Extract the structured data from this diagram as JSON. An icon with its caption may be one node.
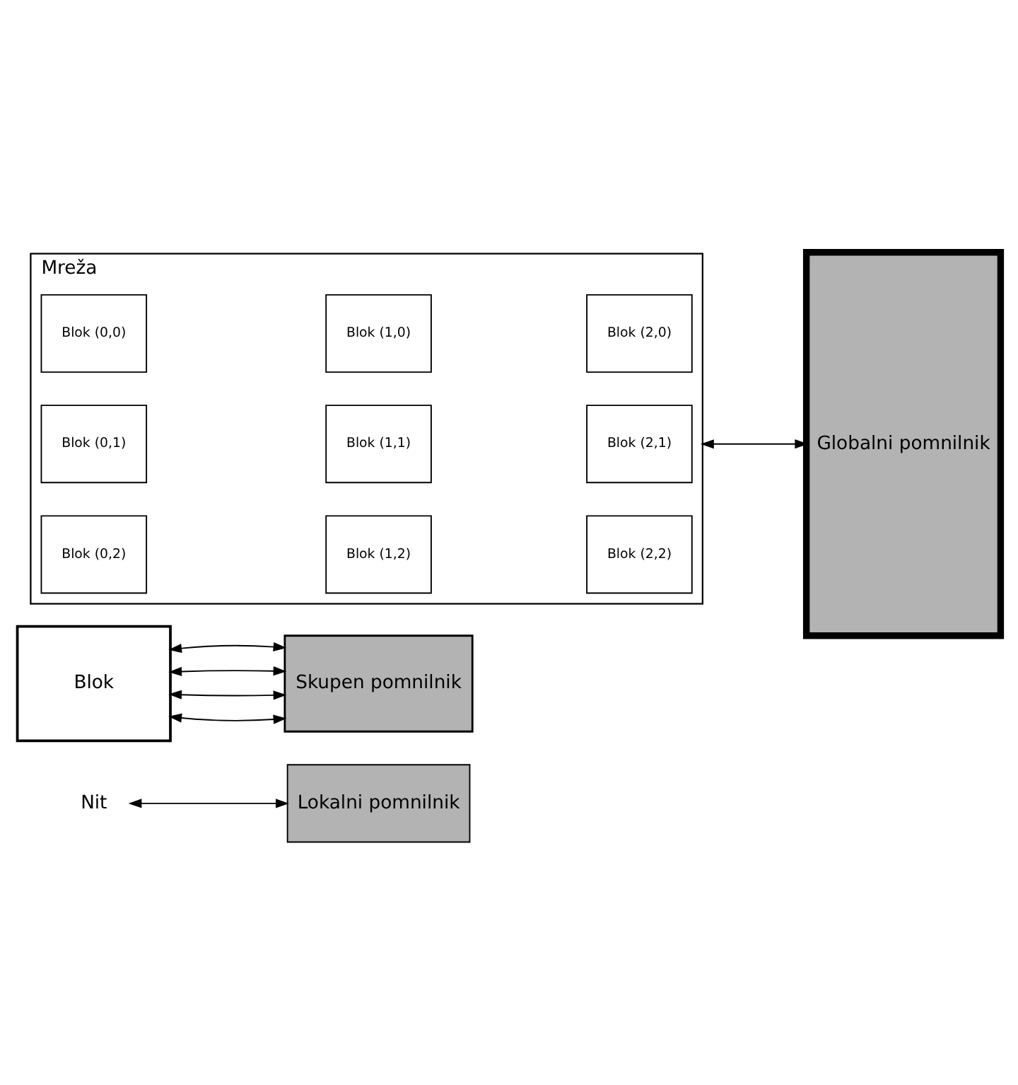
{
  "diagram": {
    "nodes": [
      {
        "text": [
          "Nit"
        ]
      },
      {
        "text": [
          "Lokalni pomnilnik"
        ]
      },
      {
        "text": [
          "Blok"
        ]
      },
      {
        "text": [
          "Skupen pomnilnik"
        ]
      },
      {
        "text": [
          "Mreža"
        ]
      },
      {
        "text": [
          "Blok (0,0)"
        ],
        "in": 4
      },
      {
        "text": [
          "Blok (1,0)"
        ],
        "in": 4
      },
      {
        "text": [
          "Blok (2,0)"
        ],
        "in": 4
      },
      {
        "text": [
          "Blok (0,1)"
        ],
        "in": 4
      },
      {
        "text": [
          "Blok (1,1)"
        ],
        "in": 4
      },
      {
        "text": [
          "Blok (2,1)"
        ],
        "in": 4
      },
      {
        "text": [
          "Blok (0,2)"
        ],
        "in": 4
      },
      {
        "text": [
          "Blok (1,2)"
        ],
        "in": 4
      },
      {
        "text": [
          "Blok (2,2)"
        ],
        "in": 4
      },
      {
        "text": [
          "Globalni pomnilnik"
        ]
      }
    ],
    "edges": [
      {
        "from": 0,
        "to": 1,
        "arrow": "both"
      },
      {
        "from": 2,
        "to": 3,
        "arrow": "both"
      },
      {
        "from": 2,
        "to": 3,
        "arrow": "both"
      },
      {
        "from": 2,
        "to": 3,
        "arrow": "both"
      },
      {
        "from": 2,
        "to": 3,
        "arrow": "both"
      },
      {
        "from": 4,
        "to": 14,
        "arrow": "both"
      }
    ]
  }
}
